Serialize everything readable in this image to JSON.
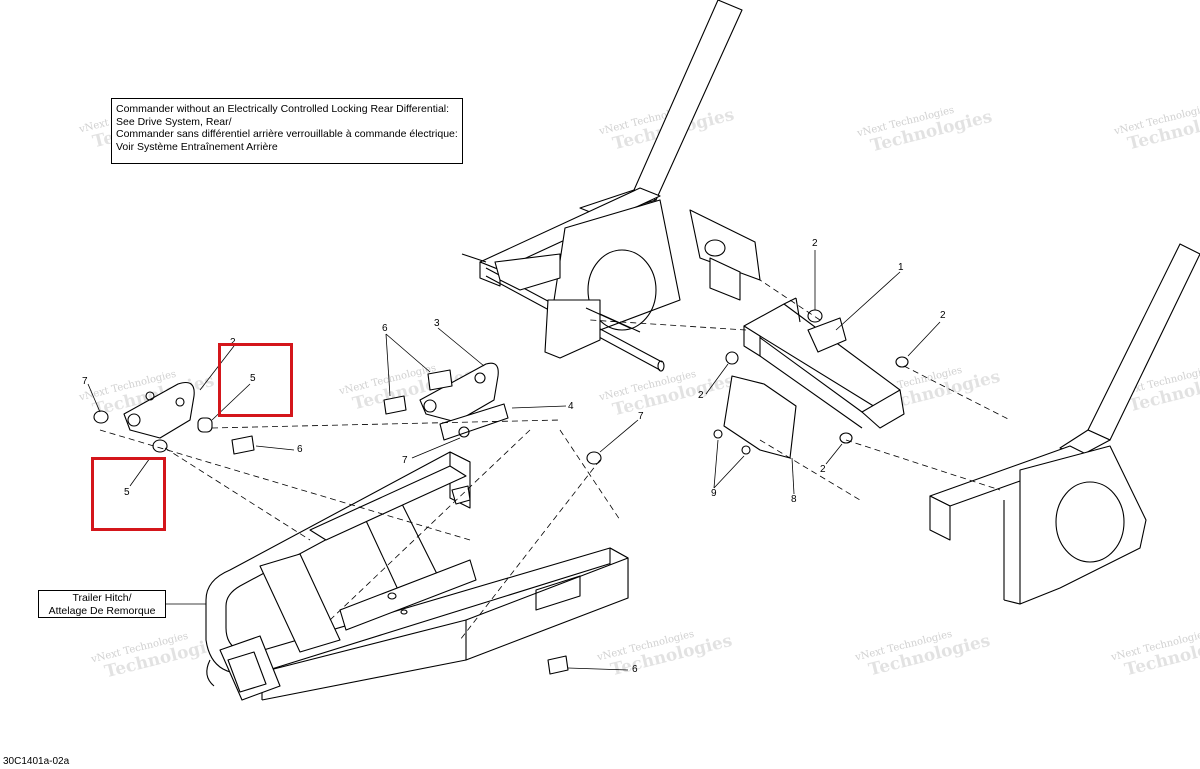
{
  "note_box": {
    "line1": "Commander without an Electrically Controlled Locking Rear Differential:",
    "line2": "See Drive System, Rear/",
    "line3": "Commander sans différentiel arrière verrouillable à commande électrique:",
    "line4": "Voir Système Entraînement Arrière"
  },
  "trailer_hitch": {
    "line1": "Trailer Hitch/",
    "line2": "Attelage De Remorque"
  },
  "figure_id": "30C1401a-02a",
  "watermark": {
    "small": "vNext Technologies",
    "large": "Technologies"
  },
  "callouts": {
    "c1": "1",
    "c2a": "2",
    "c2b": "2",
    "c2c": "2",
    "c2d": "2",
    "c2e": "2",
    "c3a": "3",
    "c3b": "3",
    "c4": "4",
    "c5a": "5",
    "c5b": "5",
    "c6a": "6",
    "c6b": "6",
    "c6c": "6",
    "c7a": "7",
    "c7b": "7",
    "c7c": "7",
    "c8": "8",
    "c9": "9"
  },
  "colors": {
    "highlight": "#d4161b",
    "line": "#000000",
    "watermark": "#c8c8c8"
  }
}
